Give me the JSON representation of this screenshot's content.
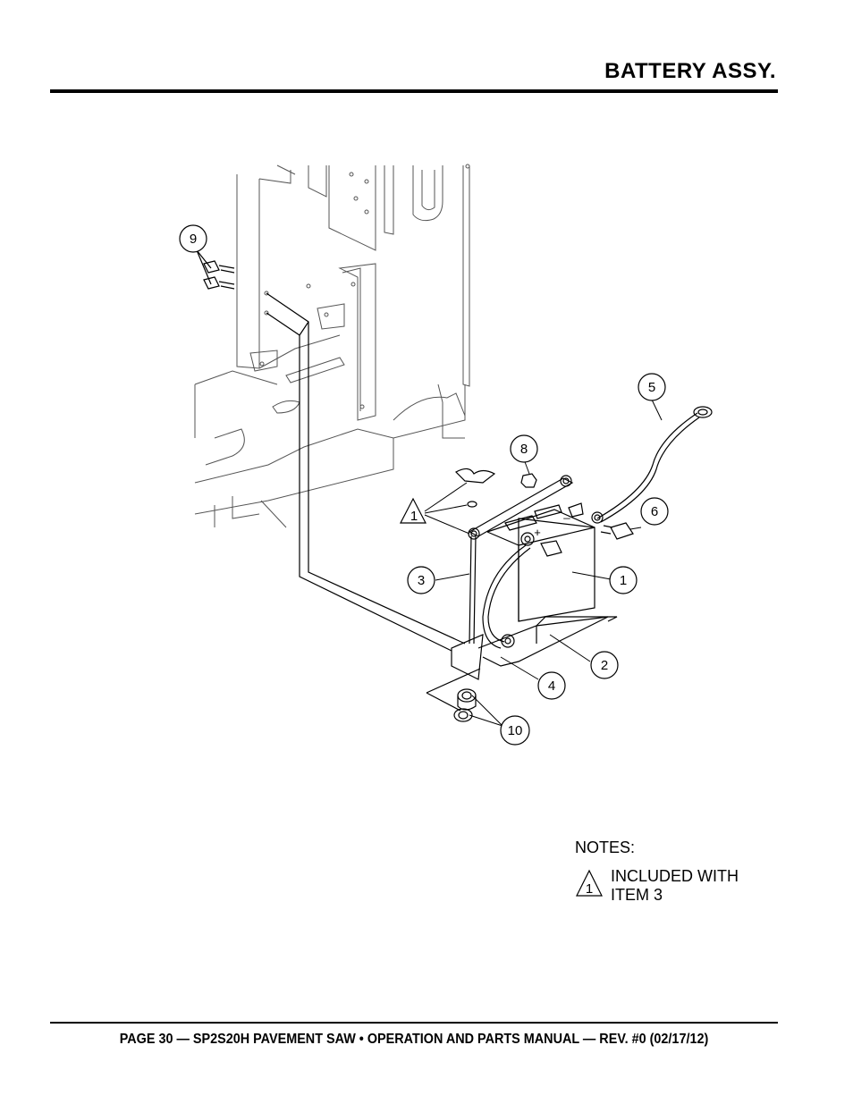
{
  "header": {
    "title": "BATTERY ASSY."
  },
  "diagram": {
    "callouts": [
      "9",
      "5",
      "8",
      "6",
      "1",
      "3",
      "2",
      "4",
      "10"
    ],
    "note_flag": "1",
    "terminal_minus": "_",
    "terminal_plus": "+"
  },
  "notes": {
    "heading": "NOTES:",
    "flag": "1",
    "text": "INCLUDED WITH ITEM 3"
  },
  "footer": {
    "text": "PAGE 30 — SP2S20H PAVEMENT SAW • OPERATION AND PARTS MANUAL — REV. #0 (02/17/12)"
  }
}
